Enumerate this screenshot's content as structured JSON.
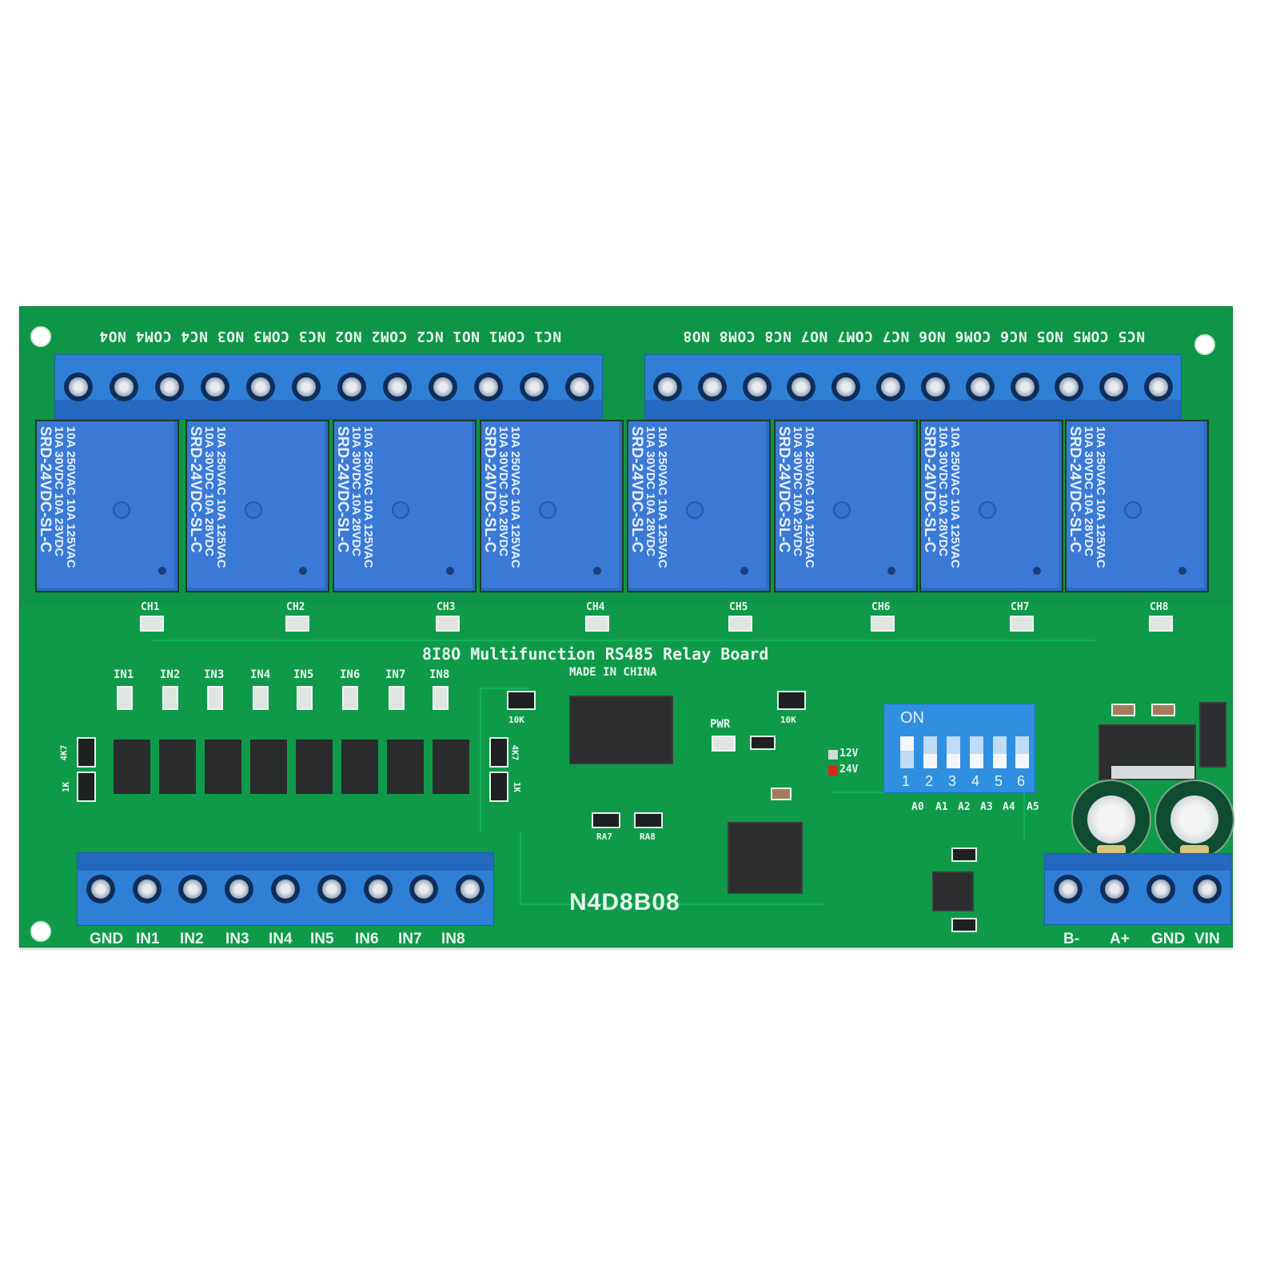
{
  "image": {
    "subject": "8-channel RS485 relay board (PCB)",
    "background_color": "#ffffff",
    "pcb_color": "#0f9a4a",
    "terminal_color": "#2f7fd6",
    "relay_color": "#3a7ad6"
  },
  "board": {
    "title": "8I8O Multifunction RS485 Relay Board",
    "origin": "MADE IN CHINA",
    "model": "N4D8B08"
  },
  "top_terminals": {
    "left_group": [
      "NO4",
      "COM4",
      "NC4",
      "NO3",
      "COM3",
      "NC3",
      "NO2",
      "COM2",
      "NC2",
      "NO1",
      "COM1",
      "NC1"
    ],
    "right_group": [
      "NO8",
      "COM8",
      "NC8",
      "NO7",
      "COM7",
      "NC7",
      "NO6",
      "COM6",
      "NC6",
      "NO5",
      "COM5",
      "NC5"
    ],
    "left_label_display": "NC1 COM1 NO1 NC2 COM2 NO2 NC3 COM3 NO3 NC4 COM4 NO4",
    "right_label_display": "NC5 COM5 NO5 NC6 COM6 NO6 NC7 COM7 NO7 NC8 COM8 NO8"
  },
  "relays": [
    {
      "channel": "CH1",
      "line1": "10A 250VAC 10A 125VAC",
      "line2": "10A 30VDC 10A 23VDC",
      "model": "SRD-24VDC-SL-C"
    },
    {
      "channel": "CH2",
      "line1": "10A 250VAC 10A 125VAC",
      "line2": "10A 30VDC 10A 28VDC",
      "model": "SRD-24VDC-SL-C"
    },
    {
      "channel": "CH3",
      "line1": "10A 250VAC 10A 125VAC",
      "line2": "10A 30VDC 10A 28VDC",
      "model": "SRD-24VDC-SL-C"
    },
    {
      "channel": "CH4",
      "line1": "10A 250VAC 10A 125VAC",
      "line2": "10A 30VDC 10A 28VDC",
      "model": "SRD-24VDC-SL-C"
    },
    {
      "channel": "CH5",
      "line1": "10A 250VAC 10A 125VAC",
      "line2": "10A 30VDC 10A 28VDC",
      "model": "SRD-24VDC-SL-C"
    },
    {
      "channel": "CH6",
      "line1": "10A 250VAC 10A 125VAC",
      "line2": "10A 30VDC 10A 25VDC",
      "model": "SRD-24VDC-SL-C"
    },
    {
      "channel": "CH7",
      "line1": "10A 250VAC 10A 125VAC",
      "line2": "10A 30VDC 10A 28VDC",
      "model": "SRD-24VDC-SL-C"
    },
    {
      "channel": "CH8",
      "line1": "10A 250VAC 10A 125VAC",
      "line2": "10A 30VDC 10A 28VDC",
      "model": "SRD-24VDC-SL-C"
    }
  ],
  "input_leds": [
    "IN1",
    "IN2",
    "IN3",
    "IN4",
    "IN5",
    "IN6",
    "IN7",
    "IN8"
  ],
  "resistor_labels": {
    "left_top": "4K7",
    "left_bottom": "1K",
    "right_top": "4K7",
    "right_bottom": "1K",
    "pullup_left": "10K",
    "pullup_right": "10K",
    "array_left": "RA7",
    "array_right": "RA8"
  },
  "power": {
    "pwr_label": "PWR",
    "voltage_options": [
      "12V",
      "24V"
    ],
    "selected_voltage": "24V",
    "selected_color": "#d8261c"
  },
  "dip_switch": {
    "on_label": "ON",
    "positions": [
      "1",
      "2",
      "3",
      "4",
      "5",
      "6"
    ],
    "address_labels": [
      "A0",
      "A1",
      "A2",
      "A3",
      "A4",
      "A5"
    ]
  },
  "bottom_input_terminals": [
    "GND",
    "IN1",
    "IN2",
    "IN3",
    "IN4",
    "IN5",
    "IN6",
    "IN7",
    "IN8"
  ],
  "power_terminals": [
    "B-",
    "A+",
    "GND",
    "VIN"
  ]
}
